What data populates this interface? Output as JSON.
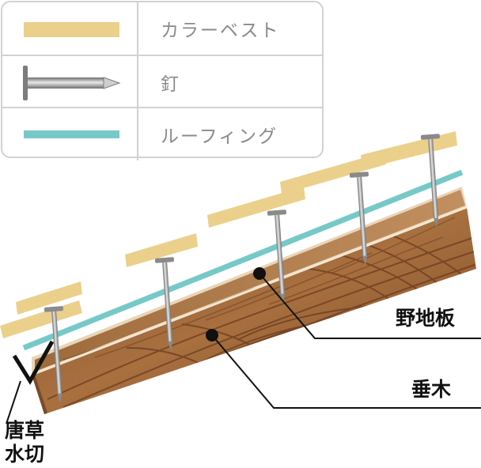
{
  "legend": {
    "items": [
      {
        "label": "カラーベスト",
        "swatch": "color-best-strip",
        "color": "#ebd08b"
      },
      {
        "label": "釘",
        "swatch": "nail",
        "color": "#9a9a9a"
      },
      {
        "label": "ルーフィング",
        "swatch": "roofing-line",
        "color": "#76c9c7"
      }
    ]
  },
  "callouts": {
    "nojiita": "野地板",
    "taruki": "垂木",
    "karakusa_line1": "唐草",
    "karakusa_line2": "水切"
  },
  "colors": {
    "wood_dark": "#7a4726",
    "wood_mid": "#a0693b",
    "wood_light": "#d8b48a",
    "board_edge": "#e9d5b8",
    "color_best": "#ebd08b",
    "roofing": "#76c9c7",
    "nail": "#9a9a9a",
    "leader": "#111111"
  }
}
